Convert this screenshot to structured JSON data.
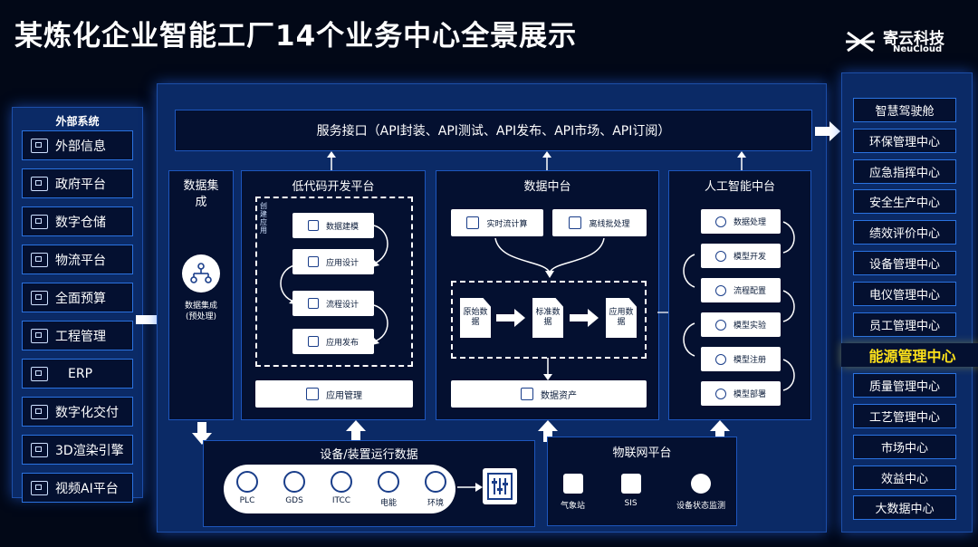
{
  "title": "某炼化企业智能工厂14个业务中心全景展示",
  "brand": {
    "name_cn": "寄云科技",
    "name_en": "NeuCloud"
  },
  "external": {
    "header": "外部系统",
    "items": [
      "外部信息",
      "政府平台",
      "数字仓储",
      "物流平台",
      "全面预算",
      "工程管理",
      "ERP",
      "数字化交付",
      "3D渲染引擎",
      "视频AI平台"
    ]
  },
  "service_interface": "服务接口（API封装、API测试、API发布、API市场、API订阅）",
  "data_integration": {
    "title": "数据集成",
    "node": "数据集成",
    "node_sub": "(预处理)"
  },
  "lowcode": {
    "title": "低代码开发平台",
    "side_label": "创建应用",
    "steps": [
      "数据建模",
      "应用设计",
      "流程设计",
      "应用发布"
    ],
    "bottom": "应用管理"
  },
  "data_middle": {
    "title": "数据中台",
    "top": [
      "实时流计算",
      "离线批处理"
    ],
    "flow": [
      "原始数据",
      "标准数据",
      "应用数据"
    ],
    "bottom": "数据资产"
  },
  "ai": {
    "title": "人工智能中台",
    "steps": [
      "数据处理",
      "模型开发",
      "流程配置",
      "模型实验",
      "模型注册",
      "模型部署"
    ]
  },
  "device": {
    "title": "设备/装置运行数据",
    "items": [
      "PLC",
      "GDS",
      "ITCC",
      "电能",
      "环境"
    ]
  },
  "iot": {
    "title": "物联网平台",
    "items": [
      "气象站",
      "SIS",
      "设备状态监测"
    ]
  },
  "centers": {
    "items": [
      "智慧驾驶舱",
      "环保管理中心",
      "应急指挥中心",
      "安全生产中心",
      "绩效评价中心",
      "设备管理中心",
      "电仪管理中心",
      "员工管理中心",
      "能源管理中心",
      "质量管理中心",
      "工艺管理中心",
      "市场中心",
      "效益中心",
      "大数据中心"
    ],
    "highlight_index": 8
  },
  "colors": {
    "accent_highlight": "#ffe21a",
    "panel": "#0b2a66",
    "dark": "#041030",
    "border": "#2a72e0"
  }
}
